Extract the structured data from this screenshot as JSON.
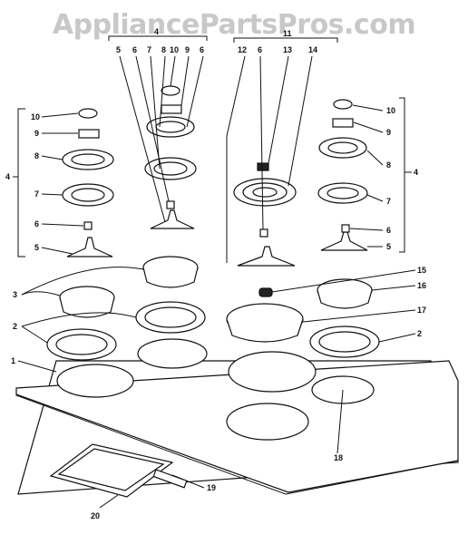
{
  "watermark": "AppliancePartsPros.com",
  "callouts": {
    "c1": "1",
    "c2a": "2",
    "c2b": "2",
    "c3": "3",
    "c4a": "4",
    "c4b": "4",
    "c4c": "4",
    "c5a": "5",
    "c5b": "5",
    "c5c": "5",
    "c6a": "6",
    "c6b": "6",
    "c6c": "6",
    "c6d": "6",
    "c7a": "7",
    "c7b": "7",
    "c7c": "7",
    "c8a": "8",
    "c8b": "8",
    "c8c": "8",
    "c9a": "9",
    "c9b": "9",
    "c9c": "9",
    "c10a": "10",
    "c10b": "10",
    "c10c": "10",
    "c11": "11",
    "c12": "12",
    "c13": "13",
    "c14": "14",
    "c15": "15",
    "c16": "16",
    "c17": "17",
    "c18": "18",
    "c19": "19",
    "c20": "20"
  }
}
